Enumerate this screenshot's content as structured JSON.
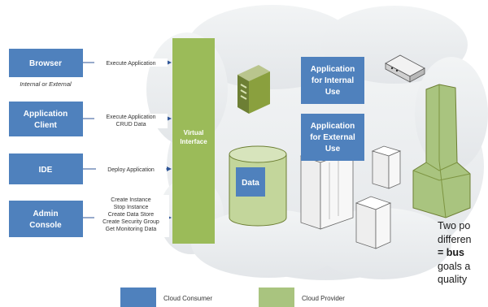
{
  "consumers": [
    {
      "label_lines": [
        "Browser"
      ],
      "note": "Internal or External"
    },
    {
      "label_lines": [
        "Application",
        "Client"
      ],
      "note": ""
    },
    {
      "label_lines": [
        "IDE"
      ],
      "note": ""
    },
    {
      "label_lines": [
        "Admin",
        "Console"
      ],
      "note": ""
    }
  ],
  "connectors": [
    {
      "lines": [
        "Execute Application"
      ]
    },
    {
      "lines": [
        "Execute Application",
        "CRUD Data"
      ]
    },
    {
      "lines": [
        "Deploy Application"
      ]
    },
    {
      "lines": [
        "Create Instance",
        "Stop Instance",
        "Create Data Store",
        "Create Security Group",
        "Get Monitoring Data"
      ]
    }
  ],
  "virtual_interface": {
    "lines": [
      "Virtual",
      "Interface"
    ]
  },
  "apps": [
    {
      "lines": [
        "Application",
        "for Internal",
        "Use"
      ]
    },
    {
      "lines": [
        "Application",
        "for External",
        "Use"
      ]
    }
  ],
  "data_store": {
    "label": "Data"
  },
  "legend": {
    "consumer": {
      "label": "Cloud Consumer",
      "color": "#4f81bd"
    },
    "provider": {
      "label": "Cloud Provider",
      "color": "#a9c47f"
    }
  },
  "side_text": {
    "lines": [
      "Two po",
      "differen",
      "=    bus",
      "goals a",
      "quality"
    ]
  },
  "colors": {
    "consumer_box": "#4f81bd",
    "provider": "#9bbb59",
    "data_cylinder": "#c3d69b",
    "cloud_fill": "#e9ecef"
  }
}
